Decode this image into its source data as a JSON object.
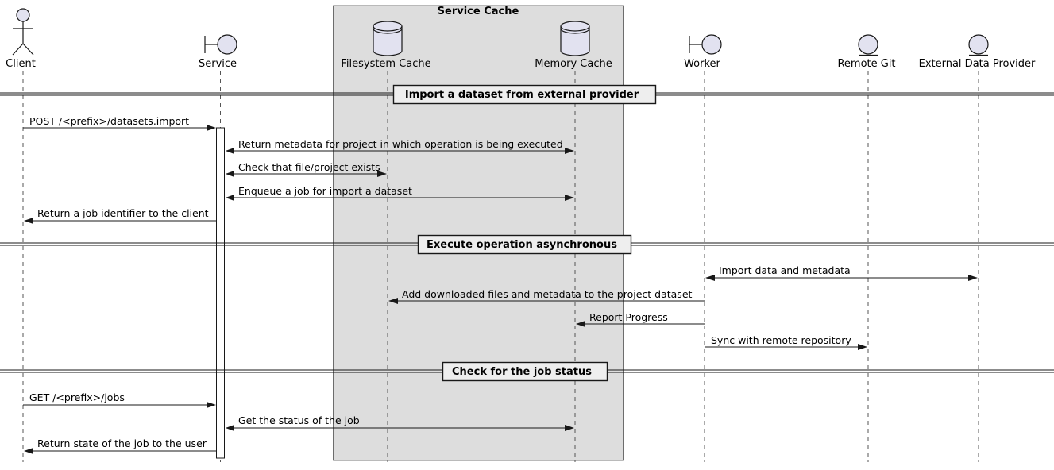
{
  "group": {
    "title": "Service Cache"
  },
  "participants": [
    {
      "id": "client",
      "label": "Client",
      "kind": "actor"
    },
    {
      "id": "service",
      "label": "Service",
      "kind": "boundary"
    },
    {
      "id": "fscache",
      "label": "Filesystem Cache",
      "kind": "database"
    },
    {
      "id": "memcache",
      "label": "Memory Cache",
      "kind": "database"
    },
    {
      "id": "worker",
      "label": "Worker",
      "kind": "boundary"
    },
    {
      "id": "remotegit",
      "label": "Remote Git",
      "kind": "entity"
    },
    {
      "id": "provider",
      "label": "External Data Provider",
      "kind": "entity"
    }
  ],
  "dividers": [
    {
      "label": "Import a dataset from external provider"
    },
    {
      "label": "Execute operation asynchronous"
    },
    {
      "label": "Check for the job status"
    }
  ],
  "messages": [
    {
      "from": "client",
      "to": "service",
      "label": "POST /<prefix>/datasets.import",
      "both": false
    },
    {
      "from": "service",
      "to": "memcache",
      "label": "Return metadata for project in which operation is being executed",
      "both": true
    },
    {
      "from": "service",
      "to": "fscache",
      "label": "Check that file/project exists",
      "both": true
    },
    {
      "from": "service",
      "to": "memcache",
      "label": "Enqueue a job for import a dataset",
      "both": true
    },
    {
      "from": "service",
      "to": "client",
      "label": "Return a job identifier to the client",
      "both": false
    },
    {
      "from": "worker",
      "to": "provider",
      "label": "Import data and metadata",
      "both": true
    },
    {
      "from": "worker",
      "to": "fscache",
      "label": "Add downloaded files and metadata to the project dataset",
      "both": false
    },
    {
      "from": "worker",
      "to": "memcache",
      "label": "Report Progress",
      "both": false
    },
    {
      "from": "worker",
      "to": "remotegit",
      "label": "Sync with remote repository",
      "both": false
    },
    {
      "from": "client",
      "to": "service",
      "label": "GET /<prefix>/jobs",
      "both": false
    },
    {
      "from": "service",
      "to": "memcache",
      "label": "Get the status of the job",
      "both": true
    },
    {
      "from": "service",
      "to": "client",
      "label": "Return state of the job to the user",
      "both": false
    }
  ],
  "colors": {
    "participant_fill": "#E2E2F0",
    "group_fill": "#DDDDDD",
    "divider_fill": "#EEEEEE",
    "line": "#181818"
  }
}
